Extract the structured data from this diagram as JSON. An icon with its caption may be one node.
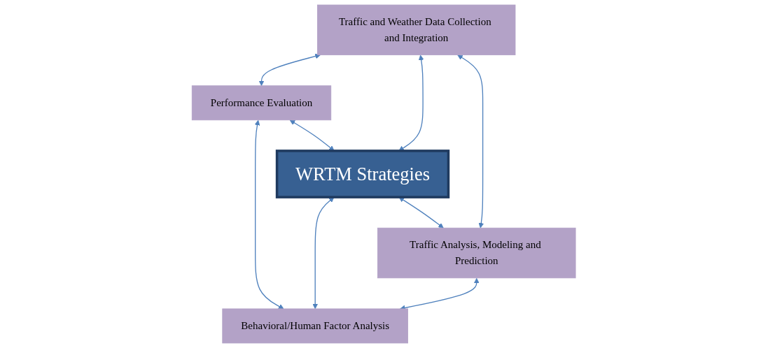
{
  "diagram": {
    "nodes": [
      {
        "text": [
          "Performance Evaluation"
        ]
      },
      {
        "text": [
          "Traffic and Weather Data Collection and Integration"
        ]
      },
      {
        "text": [
          "WRTM Strategies"
        ]
      },
      {
        "text": [
          "Behavioral/Human Factor Analysis"
        ]
      },
      {
        "text": [
          "Traffic Analysis, Modeling and Prediction"
        ]
      }
    ],
    "edges": [
      {
        "from": 1,
        "to": 0,
        "arrow": "both"
      },
      {
        "from": 0,
        "to": 3,
        "arrow": "both"
      },
      {
        "from": 0,
        "to": 2,
        "arrow": "both"
      },
      {
        "from": 1,
        "to": 2,
        "arrow": "both"
      },
      {
        "from": 2,
        "to": 3,
        "arrow": "both"
      },
      {
        "from": 2,
        "to": 4,
        "arrow": "both"
      },
      {
        "from": 1,
        "to": 4,
        "arrow": "both"
      },
      {
        "from": 4,
        "to": 3,
        "arrow": "both"
      }
    ]
  }
}
